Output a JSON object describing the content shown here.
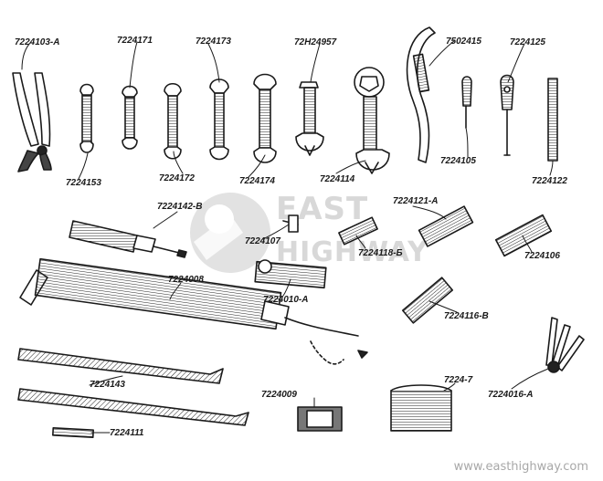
{
  "labels": {
    "pliers": "7224103-A",
    "wrench_171": "7224171",
    "wrench_173": "7224173",
    "wrench_72h": "72H24957",
    "hook_spanner": "7502415",
    "wrench_125": "7224125",
    "wrench_153": "7224153",
    "wrench_172": "7224172",
    "wrench_174": "7224174",
    "wrench_114": "7224114",
    "screwdriver_105": "7224105",
    "punch_122": "7224122",
    "screwdriver_142": "7224142-B",
    "key_107": "7224107",
    "socket_118": "7224118-Б",
    "socket_121": "7224121-A",
    "socket_106": "7224106",
    "pump": "7224008",
    "wrench_010": "7224010-A",
    "socket_116": "7224116-B",
    "lever_143": "7224143",
    "pin_111": "7224111",
    "box_009": "7224009",
    "bag_7": "7224-7",
    "gauge_016": "7224016-A"
  },
  "watermark": {
    "line1": "EAST",
    "line2": "HIGHWAY",
    "site": "www.easthighway.com"
  }
}
